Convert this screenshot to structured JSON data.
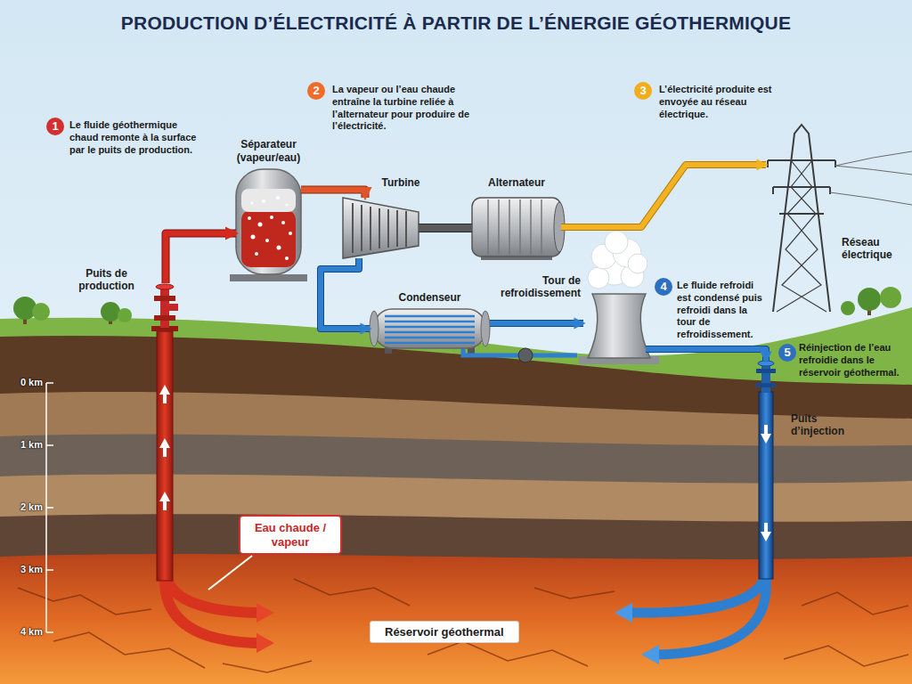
{
  "diagram": {
    "title": "PRODUCTION D’ÉLECTRICITÉ À PARTIR DE L’ÉNERGIE GÉOTHERMIQUE",
    "nodes": [
      {
        "text": [
          "Puits de production"
        ]
      },
      {
        "text": [
          "Séparateur (vapeur/eau)"
        ]
      },
      {
        "text": [
          "Turbine"
        ]
      },
      {
        "text": [
          "Alternateur"
        ]
      },
      {
        "text": [
          "Condenseur"
        ]
      },
      {
        "text": [
          "Tour de refroidissement"
        ]
      },
      {
        "text": [
          "Réseau électrique"
        ]
      },
      {
        "text": [
          "Puits d’injection"
        ]
      },
      {
        "text": [
          "Eau chaude / vapeur"
        ]
      },
      {
        "text": [
          "Réservoir géothermal"
        ]
      }
    ],
    "edges": [
      {
        "from": 0,
        "to": 1,
        "arrow": "to"
      },
      {
        "from": 1,
        "to": 2,
        "arrow": "to"
      },
      {
        "from": 2,
        "to": 3,
        "arrow": "none"
      },
      {
        "from": 3,
        "to": 6,
        "arrow": "to"
      },
      {
        "from": 2,
        "to": 4,
        "arrow": "to"
      },
      {
        "from": 4,
        "to": 5,
        "arrow": "to"
      },
      {
        "from": 5,
        "to": 7,
        "arrow": "to"
      }
    ],
    "labels": [
      "1",
      "Le fluide géothermique chaud remonte à la surface par le puits de production.",
      "2",
      "La vapeur ou l’eau chaude entraîne la turbine reliée à l’alternateur pour produire de l’électricité.",
      "3",
      "L’électricité produite est envoyée au réseau électrique.",
      "4",
      "Le fluide refroidi est condensé puis refroidi dans la tour de refroidissement.",
      "5",
      "Réinjection de l’eau refroidie dans le réservoir géothermal.",
      "0 km",
      "1 km",
      "2 km",
      "3 km",
      "4 km"
    ]
  }
}
